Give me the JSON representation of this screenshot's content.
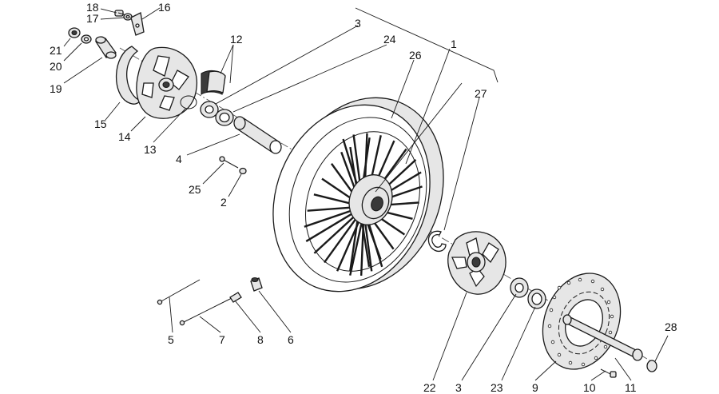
{
  "diagram": {
    "labels": [
      "18",
      "17",
      "16",
      "12",
      "3",
      "24",
      "1",
      "26",
      "27",
      "21",
      "20",
      "19",
      "15",
      "14",
      "13",
      "4",
      "25",
      "2",
      "5",
      "7",
      "8",
      "6",
      "22",
      "3",
      "23",
      "9",
      "10",
      "11",
      "28"
    ]
  }
}
